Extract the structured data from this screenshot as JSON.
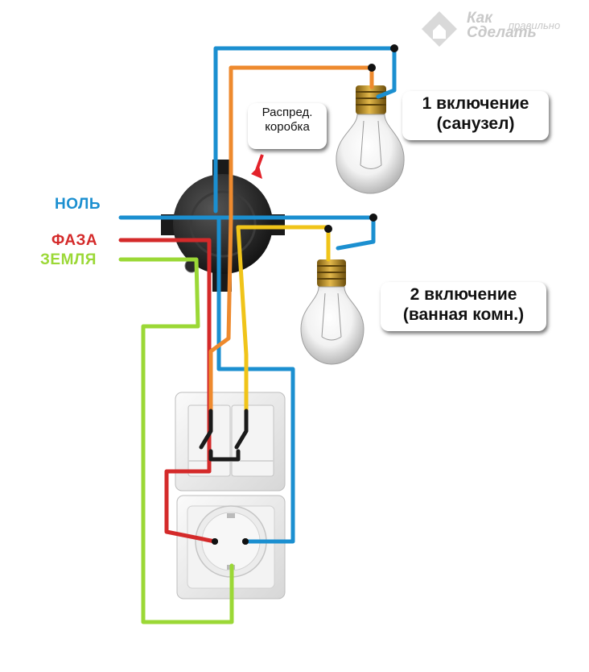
{
  "watermark": {
    "line1": "Как",
    "line2": "Сделать",
    "line3": "правильно",
    "logo_icon": "house-logo-icon"
  },
  "junction_box": {
    "label_line1": "Распред.",
    "label_line2": "коробка"
  },
  "lamp1": {
    "line1": "1 включение",
    "line2": "(санузел)"
  },
  "lamp2": {
    "line1": "2 включение",
    "line2": "(ванная комн.)"
  },
  "wires": {
    "zero": {
      "label": "НОЛЬ",
      "color": "#1b8fd0"
    },
    "phase": {
      "label": "ФАЗА",
      "color": "#d42a2a"
    },
    "ground": {
      "label": "ЗЕМЛЯ",
      "color": "#9bd836"
    },
    "switched1": {
      "color": "#ee8a2e"
    },
    "switched2": {
      "color": "#f0c419"
    }
  },
  "devices": {
    "switch_icon": "double-switch-icon",
    "socket_icon": "grounded-socket-icon",
    "bulb_icon": "light-bulb-icon"
  }
}
